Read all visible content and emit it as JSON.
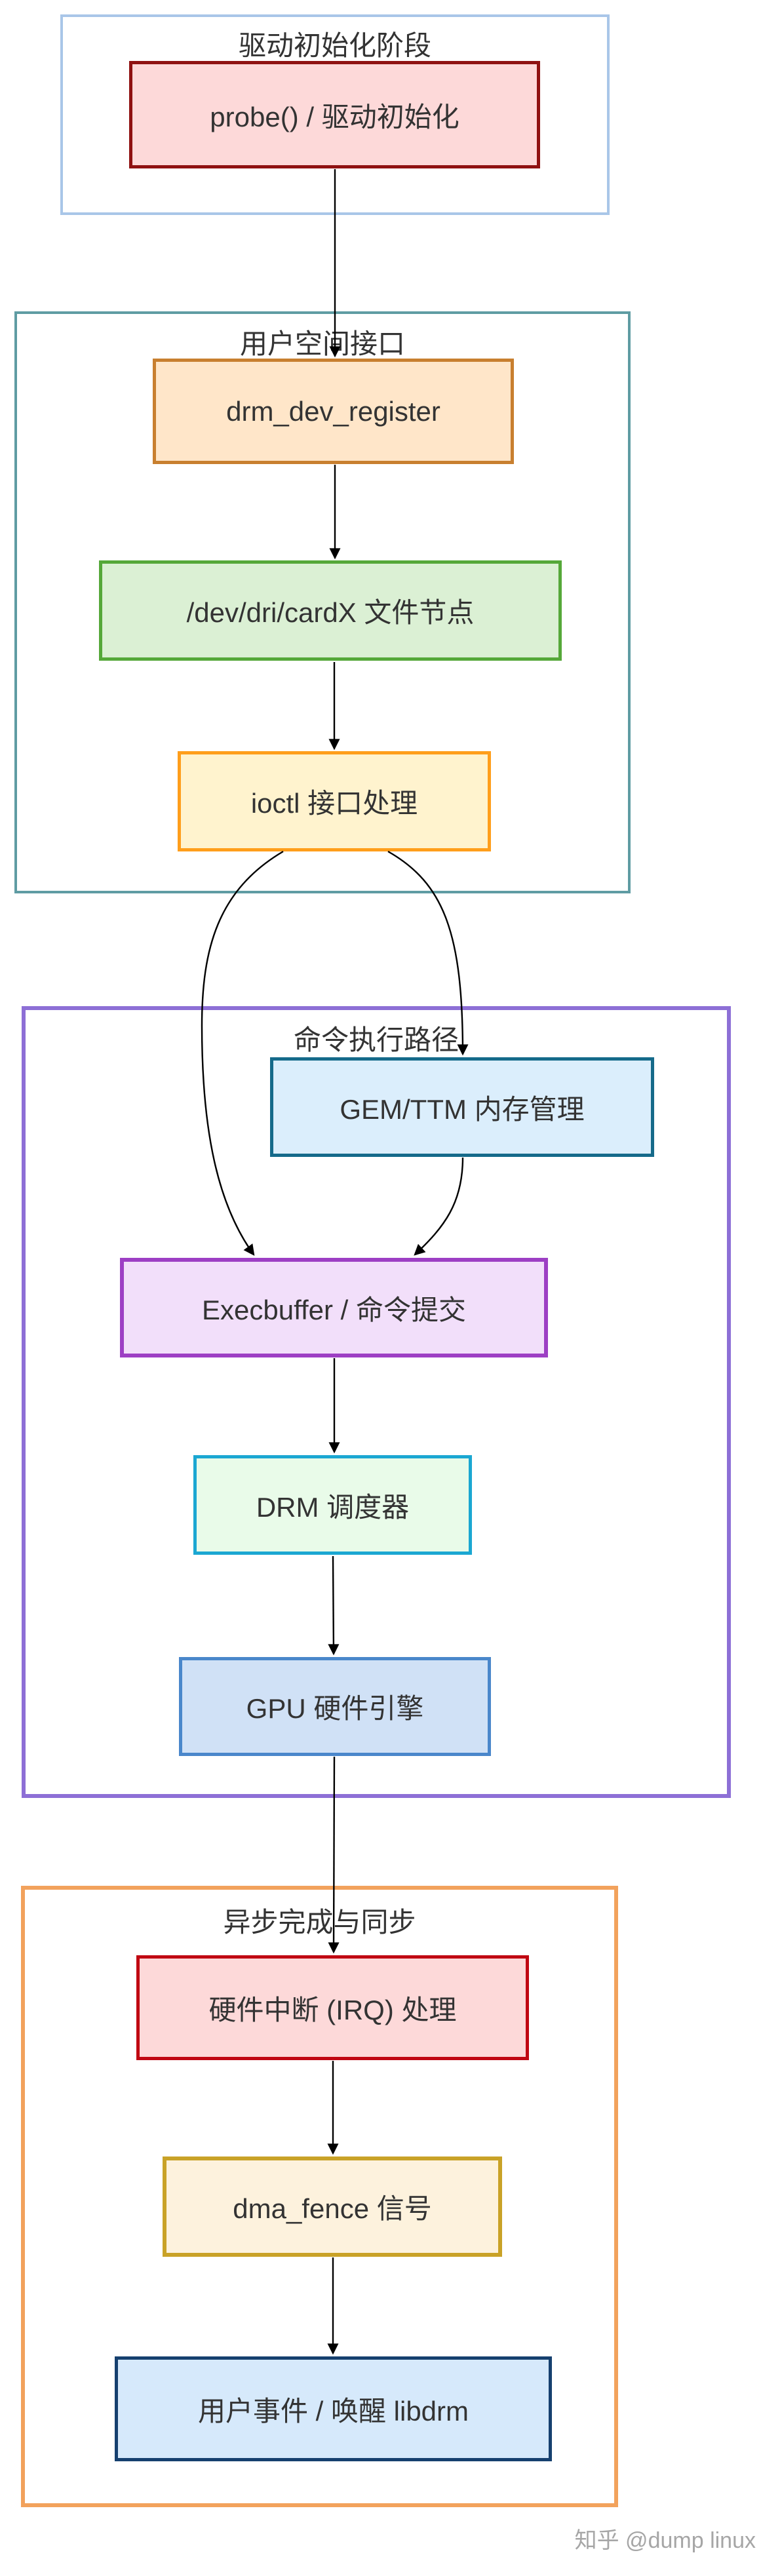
{
  "diagram": {
    "watermark": "知乎 @dump linux",
    "colors": {
      "edge": "#000000",
      "text": "#333333",
      "watermark": "#a6a6a6"
    },
    "groups": {
      "init": {
        "title": "驱动初始化阶段",
        "border": "#a9c6e8"
      },
      "userspace": {
        "title": "用户空间接口",
        "border": "#5f9ca3"
      },
      "cmd": {
        "title": "命令执行路径",
        "border": "#8d6fd6"
      },
      "async": {
        "title": "异步完成与同步",
        "border": "#f2a25c"
      }
    },
    "nodes": {
      "probe": {
        "label": "probe() / 驱动初始化",
        "fill": "#fdd9d9",
        "border": "#8f1111"
      },
      "drm_dev_register": {
        "label": "drm_dev_register",
        "fill": "#ffe6c9",
        "border": "#c87f2f"
      },
      "card_node": {
        "label": "/dev/dri/cardX 文件节点",
        "fill": "#dbf0d4",
        "border": "#55a839"
      },
      "ioctl": {
        "label": "ioctl 接口处理",
        "fill": "#fff3ce",
        "border": "#ff9e1b"
      },
      "gem_ttm": {
        "label": "GEM/TTM 内存管理",
        "fill": "#dbeefc",
        "border": "#156a8a"
      },
      "execbuffer": {
        "label": "Execbuffer / 命令提交",
        "fill": "#f2dffa",
        "border": "#9d3fc4"
      },
      "scheduler": {
        "label": "DRM 调度器",
        "fill": "#e9fbe9",
        "border": "#1ba7d2"
      },
      "gpu": {
        "label": "GPU 硬件引擎",
        "fill": "#d0e1f6",
        "border": "#4a87cb"
      },
      "irq": {
        "label": "硬件中断 (IRQ) 处理",
        "fill": "#fdd9d9",
        "border": "#c00712"
      },
      "dma_fence": {
        "label": "dma_fence 信号",
        "fill": "#fdf2dd",
        "border": "#c9a227"
      },
      "libdrm_wake": {
        "label": "用户事件 / 唤醒 libdrm",
        "fill": "#d6e9fb",
        "border": "#16406f"
      }
    },
    "edges": [
      {
        "from": "probe",
        "to": "drm_dev_register"
      },
      {
        "from": "drm_dev_register",
        "to": "card_node"
      },
      {
        "from": "card_node",
        "to": "ioctl"
      },
      {
        "from": "ioctl",
        "to": "gem_ttm"
      },
      {
        "from": "ioctl",
        "to": "execbuffer"
      },
      {
        "from": "gem_ttm",
        "to": "execbuffer"
      },
      {
        "from": "execbuffer",
        "to": "scheduler"
      },
      {
        "from": "scheduler",
        "to": "gpu"
      },
      {
        "from": "gpu",
        "to": "irq"
      },
      {
        "from": "irq",
        "to": "dma_fence"
      },
      {
        "from": "dma_fence",
        "to": "libdrm_wake"
      }
    ]
  }
}
